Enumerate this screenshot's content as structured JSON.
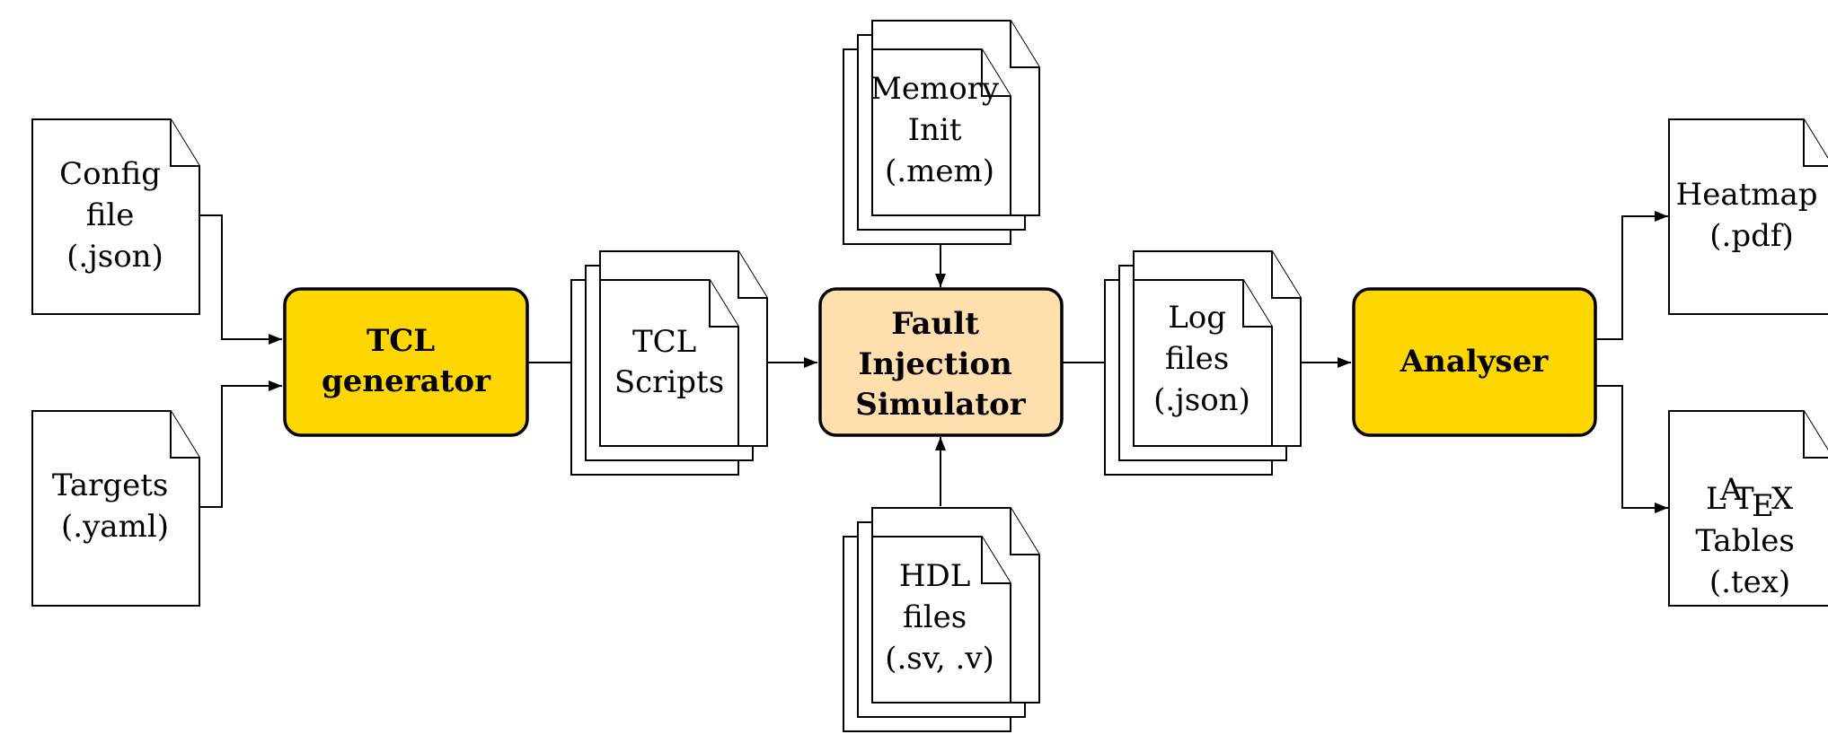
{
  "diagram": {
    "inputs": {
      "config": {
        "lines": [
          "Config",
          "file",
          "(.json)"
        ]
      },
      "targets": {
        "lines": [
          "Targets",
          "(.yaml)"
        ]
      }
    },
    "processes": {
      "tcl_generator": {
        "lines": [
          "TCL",
          "generator"
        ],
        "fill": "#FFD700"
      },
      "fault_injection_simulator": {
        "lines": [
          "Fault",
          "Injection",
          "Simulator"
        ],
        "fill": "#FFDFAE"
      },
      "analyser": {
        "lines": [
          "Analyser"
        ],
        "fill": "#FFD700"
      }
    },
    "artifacts": {
      "tcl_scripts": {
        "lines": [
          "TCL",
          "Scripts"
        ]
      },
      "memory_init": {
        "lines": [
          "Memory",
          "Init",
          "(.mem)"
        ]
      },
      "hdl_files": {
        "lines": [
          "HDL",
          "files",
          "(.sv, .v)"
        ]
      },
      "log_files": {
        "lines": [
          "Log",
          "files",
          "(.json)"
        ]
      }
    },
    "outputs": {
      "heatmap": {
        "lines": [
          "Heatmap",
          "(.pdf)"
        ]
      },
      "latex_tables": {
        "latex_logo": "LaTeX",
        "lines": [
          "Tables",
          "(.tex)"
        ]
      }
    }
  }
}
